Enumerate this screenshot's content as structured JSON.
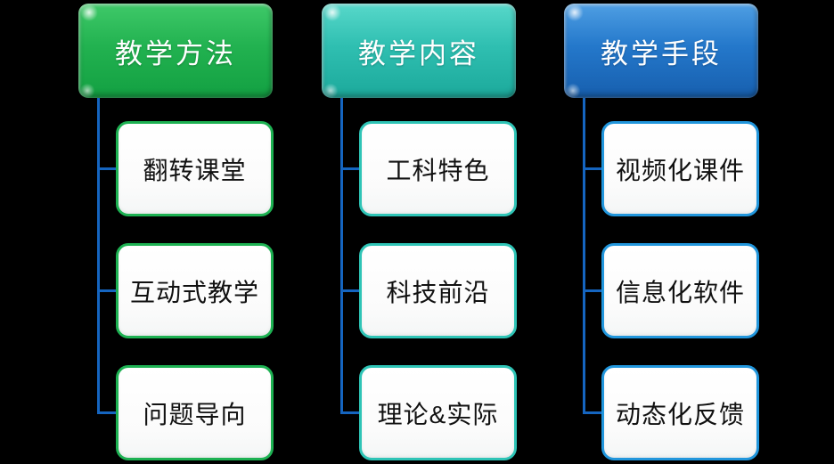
{
  "diagram": {
    "title_implicit": "",
    "background": "#000000",
    "connector_color": "#1565c0",
    "columns": [
      {
        "header": "教学方法",
        "theme": {
          "gradient_top": "#3fc969",
          "gradient_mid": "#22b250",
          "gradient_bottom": "#13a042",
          "child_border": "#1db152"
        },
        "children": [
          "翻转课堂",
          "互动式教学",
          "问题导向"
        ]
      },
      {
        "header": "教学内容",
        "theme": {
          "gradient_top": "#58d8ca",
          "gradient_mid": "#2fbfb1",
          "gradient_bottom": "#1ca99b",
          "child_border": "#2ec4b6"
        },
        "children": [
          "工科特色",
          "科技前沿",
          "理论&实际"
        ]
      },
      {
        "header": "教学手段",
        "theme": {
          "gradient_top": "#4f9fe3",
          "gradient_mid": "#2478cb",
          "gradient_bottom": "#175fae",
          "child_border": "#2196dc"
        },
        "children": [
          "视频化课件",
          "信息化软件",
          "动态化反馈"
        ]
      }
    ]
  }
}
